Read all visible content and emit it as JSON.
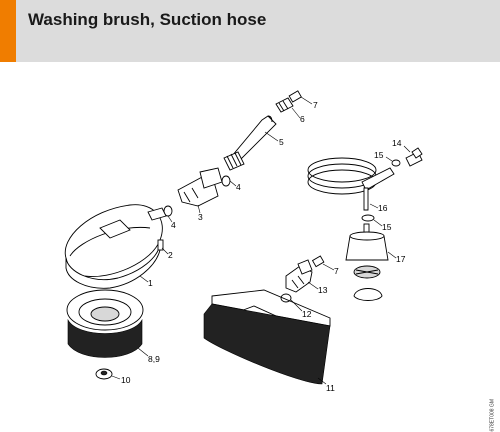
{
  "header": {
    "title": "Washing brush, Suction hose",
    "accent_color": "#f07d00",
    "background_color": "#dcdcdc"
  },
  "drawing": {
    "reference_code": "678ET008 GM",
    "labels": {
      "p1": "1",
      "p2": "2",
      "p3": "3",
      "p4a": "4",
      "p4b": "4",
      "p5": "5",
      "p6": "6",
      "p7a": "7",
      "p7b": "7",
      "p8_9": "8,9",
      "p10": "10",
      "p11": "11",
      "p12": "12",
      "p13": "13",
      "p14": "14",
      "p15a": "15",
      "p15b": "15",
      "p16": "16",
      "p17": "17"
    }
  }
}
